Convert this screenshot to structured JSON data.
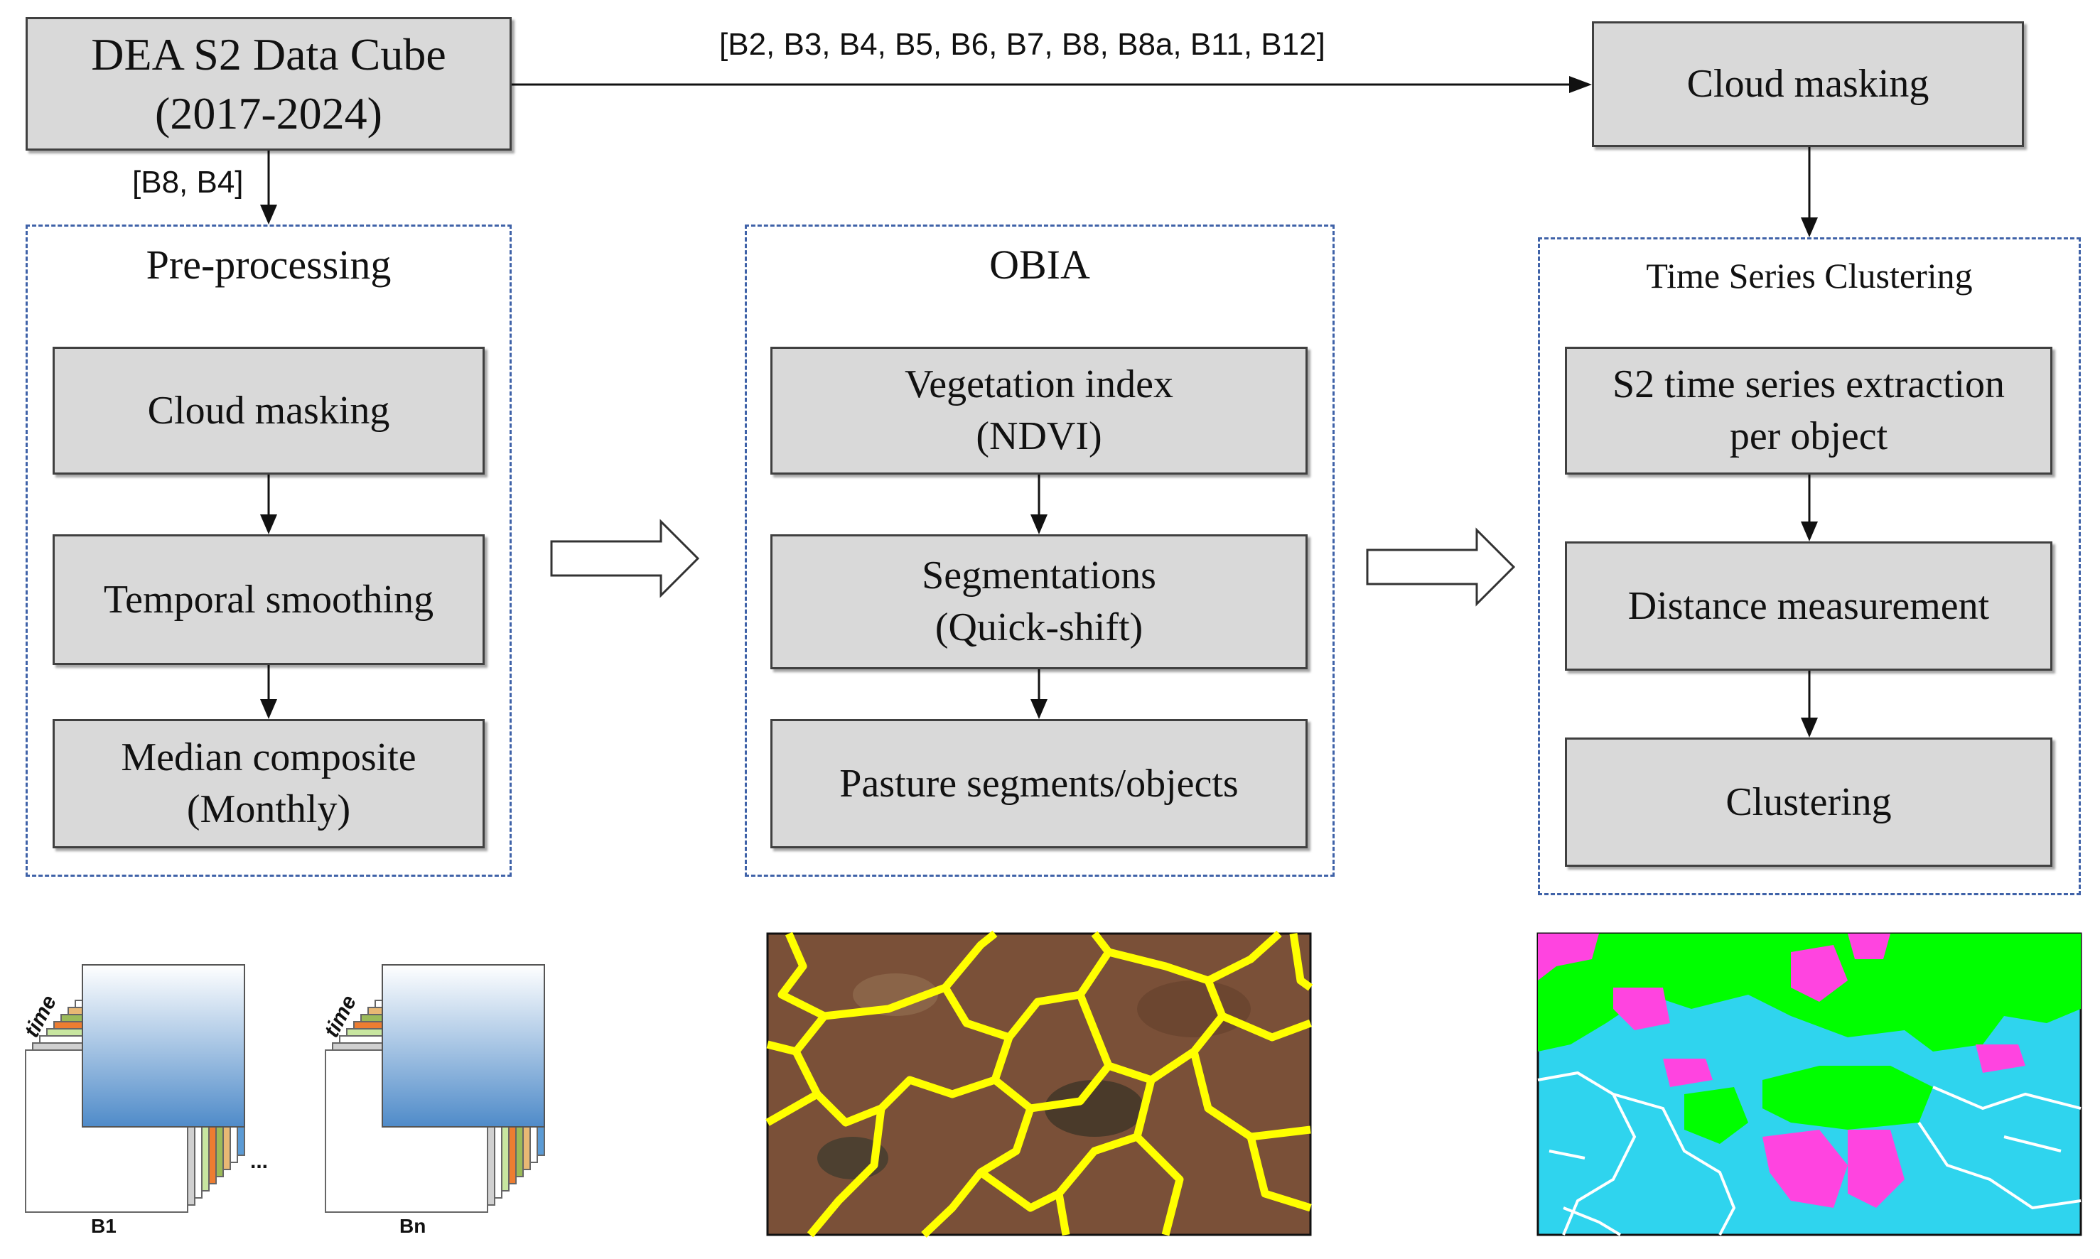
{
  "source": {
    "line1": "DEA S2 Data Cube",
    "line2": "(2017-2024)"
  },
  "top_bands_label": "[B2, B3, B4, B5, B6, B7, B8, B8a, B11, B12]",
  "side_bands_label": "[B8, B4]",
  "top_right_box": "Cloud masking",
  "preprocessing": {
    "title": "Pre-processing",
    "steps": [
      {
        "line1": "Cloud masking",
        "line2": ""
      },
      {
        "line1": "Temporal smoothing",
        "line2": ""
      },
      {
        "line1": "Median composite",
        "line2": "(Monthly)"
      }
    ]
  },
  "obia": {
    "title": "OBIA",
    "steps": [
      {
        "line1": "Vegetation index",
        "line2": "(NDVI)"
      },
      {
        "line1": "Segmentations",
        "line2": "(Quick-shift)"
      },
      {
        "line1": "Pasture segments/objects",
        "line2": ""
      }
    ]
  },
  "clustering": {
    "title": "Time Series Clustering",
    "steps": [
      {
        "line1": "S2 time series extraction",
        "line2": "per object"
      },
      {
        "line1": "Distance measurement",
        "line2": ""
      },
      {
        "line1": "Clustering",
        "line2": ""
      }
    ]
  },
  "stacks": {
    "time_label": "time",
    "first_label": "B1",
    "last_label": "Bn",
    "ellipsis": "..."
  },
  "colors": {
    "box_fill": "#d9d9d9",
    "box_border": "#404040",
    "dashed_border": "#3f62a8",
    "segment_lines": "#ffff00",
    "soil": "#7a5038",
    "cluster_green": "#00ff00",
    "cluster_magenta": "#ff44e0",
    "cluster_cyan": "#2fd4ee"
  }
}
